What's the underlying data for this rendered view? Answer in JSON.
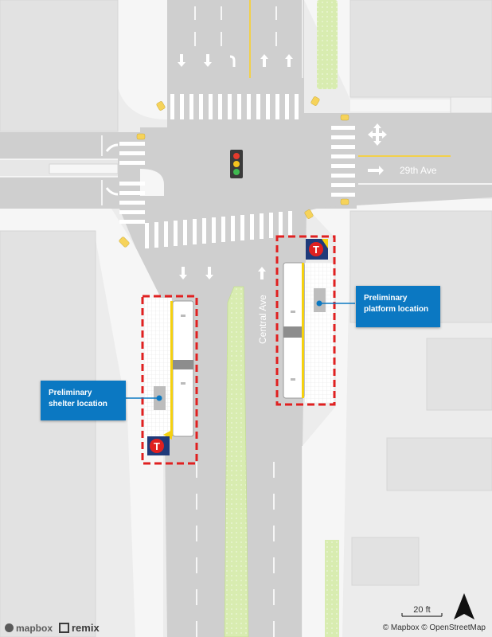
{
  "streets": {
    "cross_street": "29th Ave",
    "main_street": "Central Ave"
  },
  "callouts": {
    "platform": "Preliminary platform location",
    "shelter": "Preliminary shelter location"
  },
  "scale": {
    "label": "20 ft"
  },
  "attribution": {
    "text": "© Mapbox © OpenStreetMap"
  },
  "branding": {
    "mapbox": "mapbox",
    "remix": "remix"
  },
  "icons": [
    "transit-t-icon",
    "traffic-signal-icon",
    "north-arrow-icon",
    "lane-arrow-icon",
    "four-way-arrow-icon"
  ],
  "colors": {
    "road": "#cfcfcf",
    "sidewalk": "#f7f7f7",
    "median": "#d8ecb0",
    "stop_box": "#e02020",
    "bus_accent": "#f5d10f",
    "callout": "#0b78c2",
    "transit_navy": "#1f3a7a"
  }
}
